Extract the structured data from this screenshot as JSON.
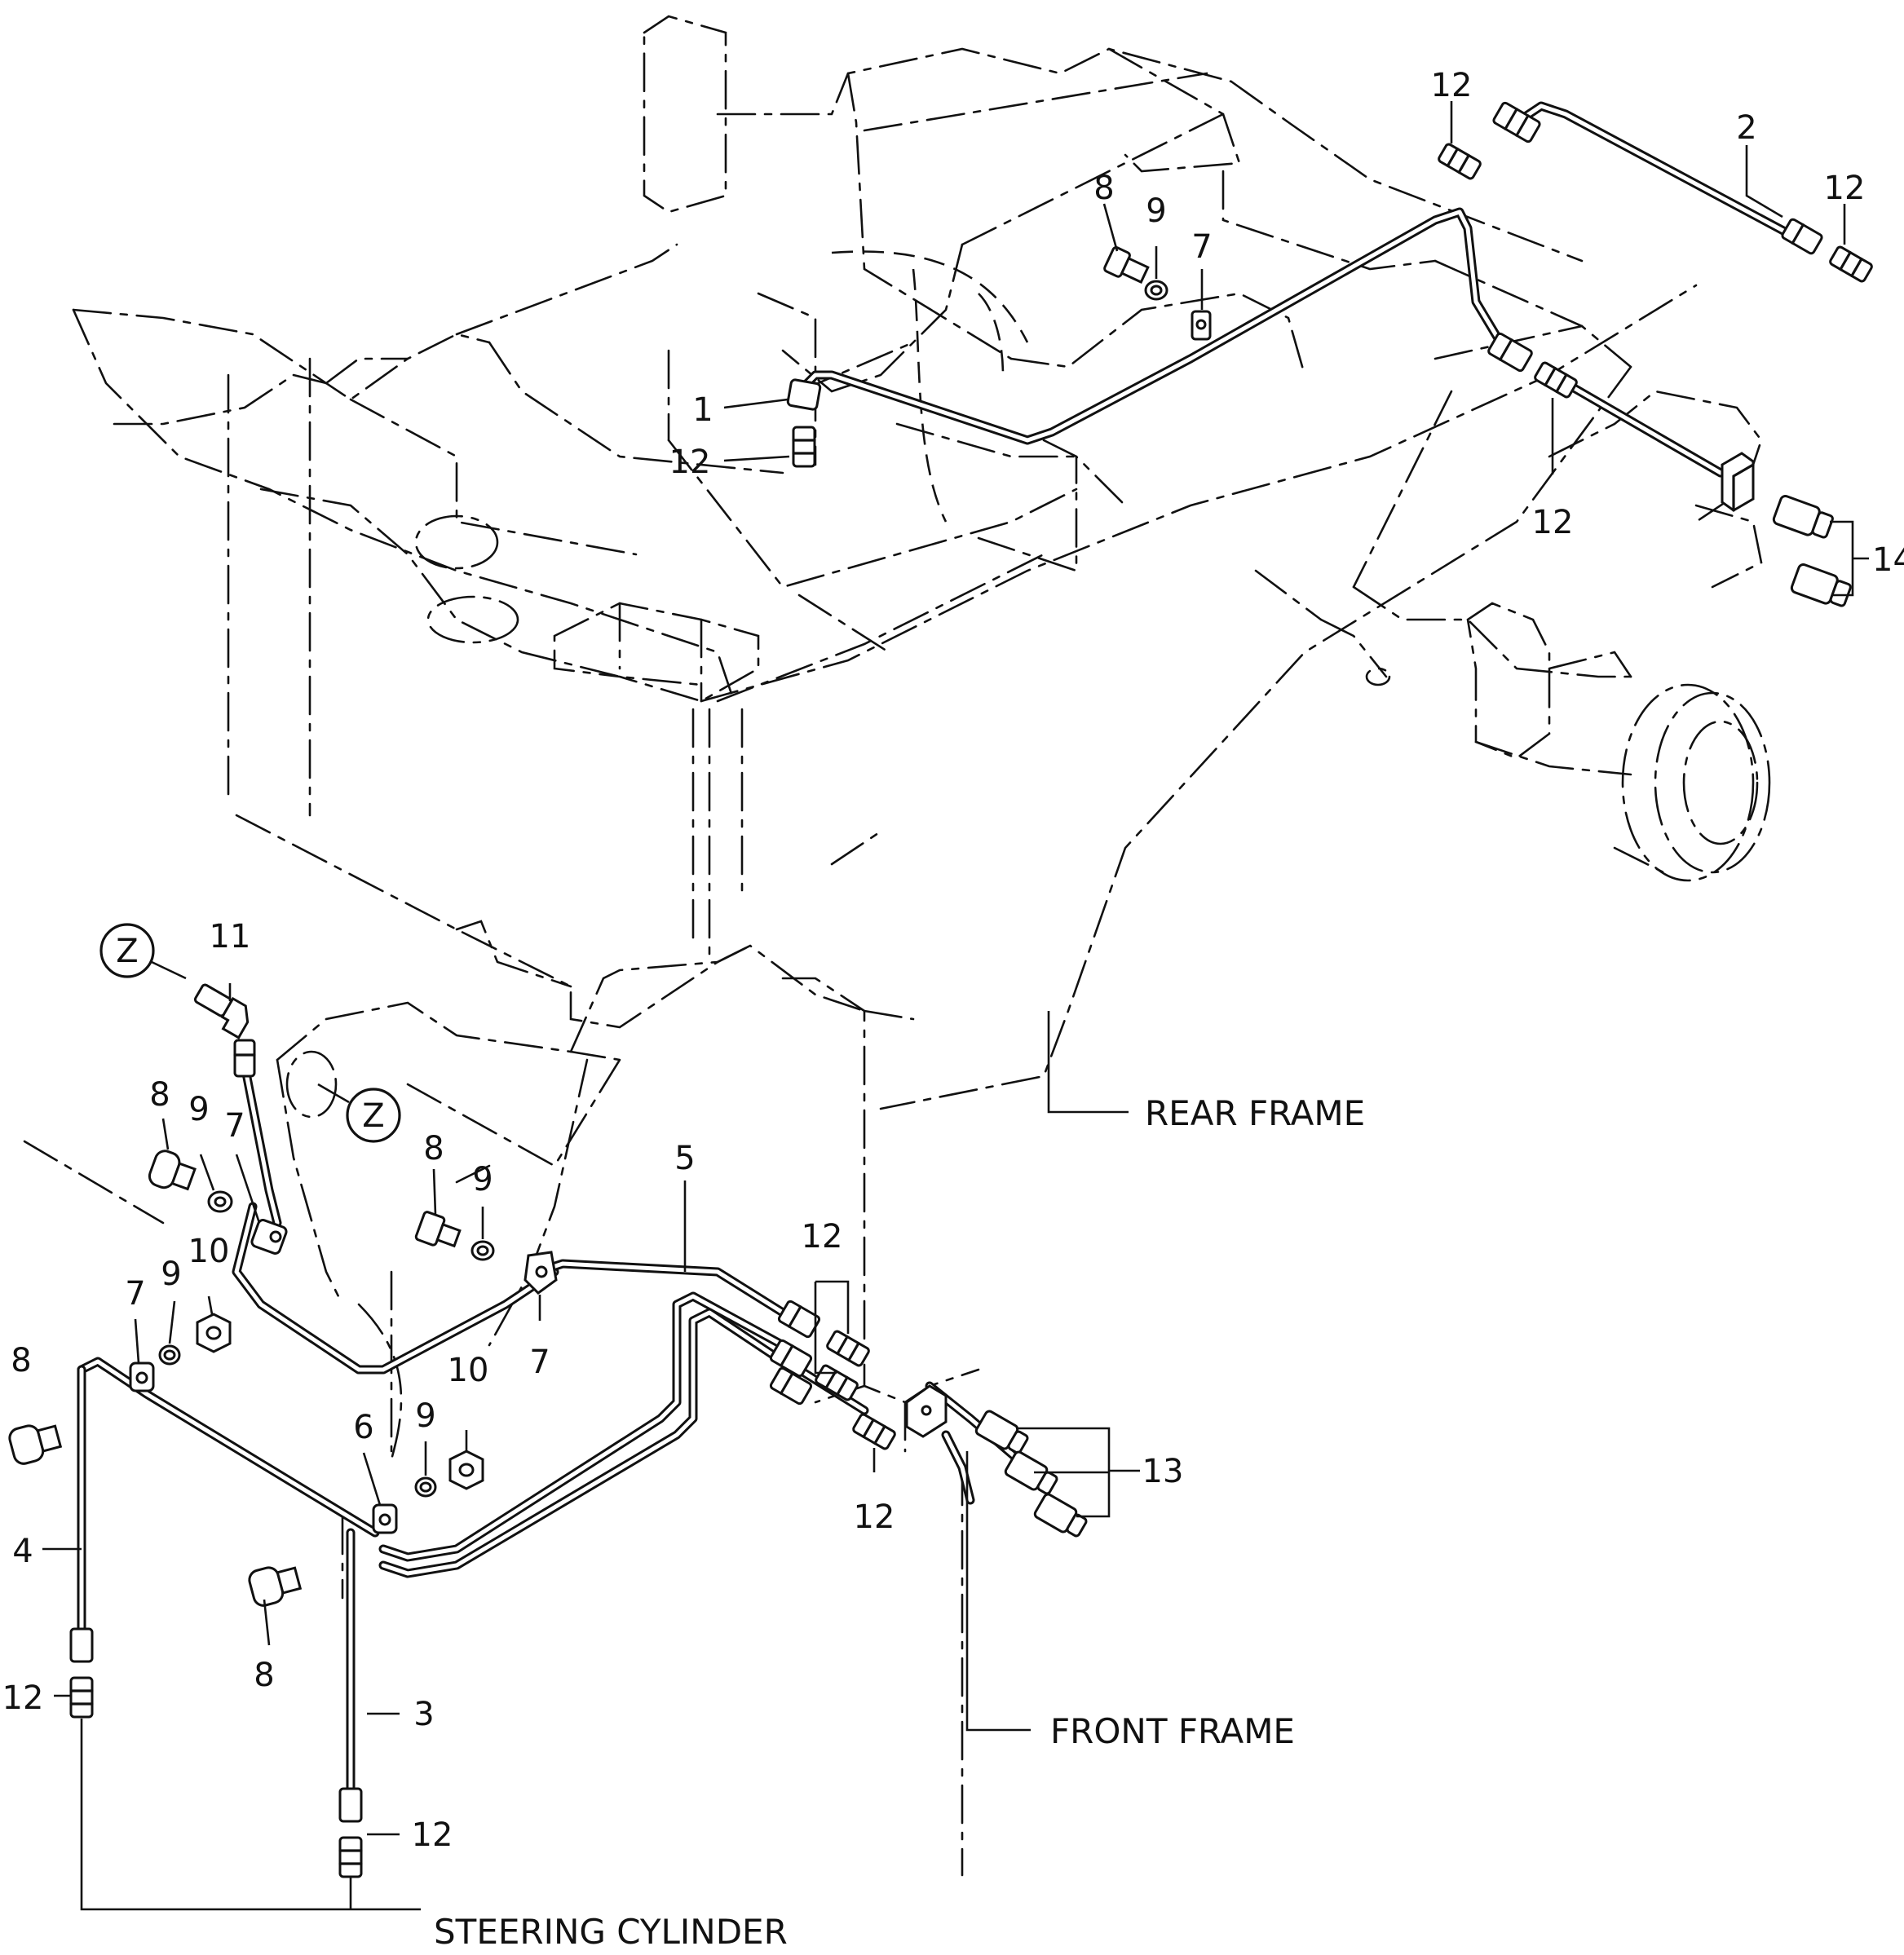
{
  "view_markers": [
    "Z",
    "Z"
  ],
  "frame_labels": {
    "rear": "REAR FRAME",
    "front": "FRONT FRAME",
    "cylinder": "STEERING CYLINDER"
  },
  "callouts": {
    "rear_upper": [
      "12",
      "2",
      "12",
      "8",
      "9",
      "7",
      "1",
      "12",
      "12",
      "14"
    ],
    "front_left": [
      "11",
      "8",
      "9",
      "7",
      "9",
      "10",
      "7",
      "8",
      "4",
      "12"
    ],
    "front_mid": [
      "8",
      "9",
      "7",
      "6",
      "9",
      "10",
      "8",
      "3",
      "12"
    ],
    "front_right": [
      "5",
      "12",
      "12",
      "13"
    ]
  }
}
